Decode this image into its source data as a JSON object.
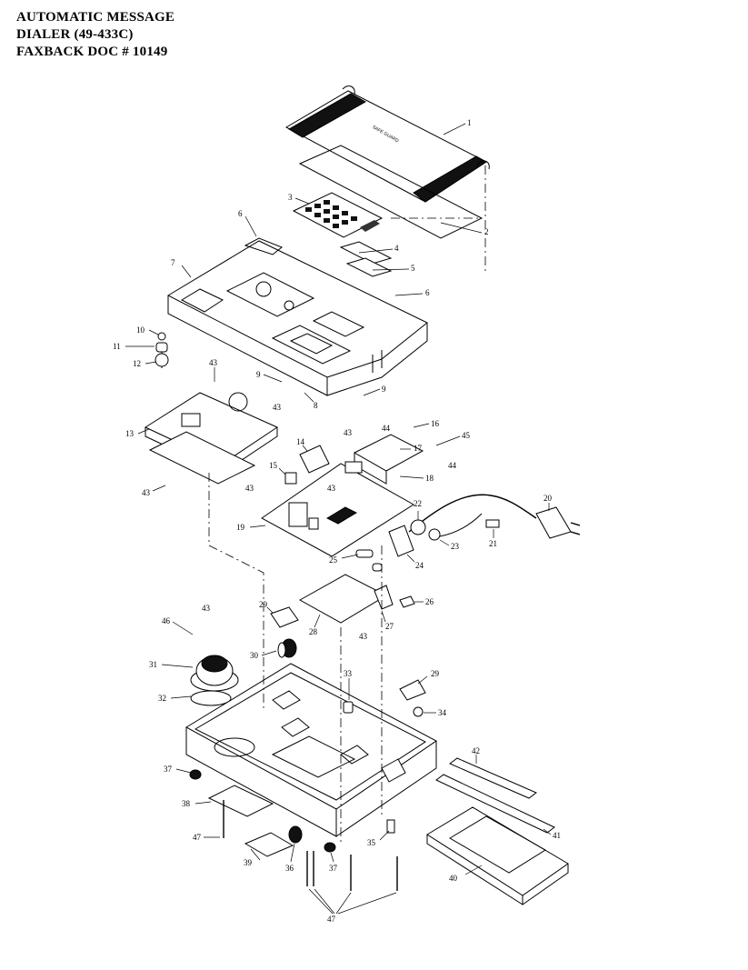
{
  "header": {
    "line1": "AUTOMATIC MESSAGE",
    "line2": "DIALER  (49-433C)",
    "line3": "FAXBACK DOC # 10149"
  },
  "cover_text": "SAFE GUARD",
  "parts": [
    "1",
    "2",
    "3",
    "4",
    "5",
    "6",
    "6",
    "7",
    "8",
    "9",
    "9",
    "10",
    "11",
    "12",
    "13",
    "14",
    "15",
    "16",
    "17",
    "18",
    "19",
    "20",
    "21",
    "22",
    "23",
    "24",
    "25",
    "26",
    "27",
    "28",
    "29",
    "29",
    "30",
    "31",
    "32",
    "33",
    "34",
    "35",
    "36",
    "37",
    "37",
    "38",
    "39",
    "40",
    "41",
    "42",
    "43",
    "43",
    "43",
    "43",
    "43",
    "43",
    "43",
    "43",
    "44",
    "44",
    "45",
    "46",
    "47",
    "47",
    "47"
  ]
}
